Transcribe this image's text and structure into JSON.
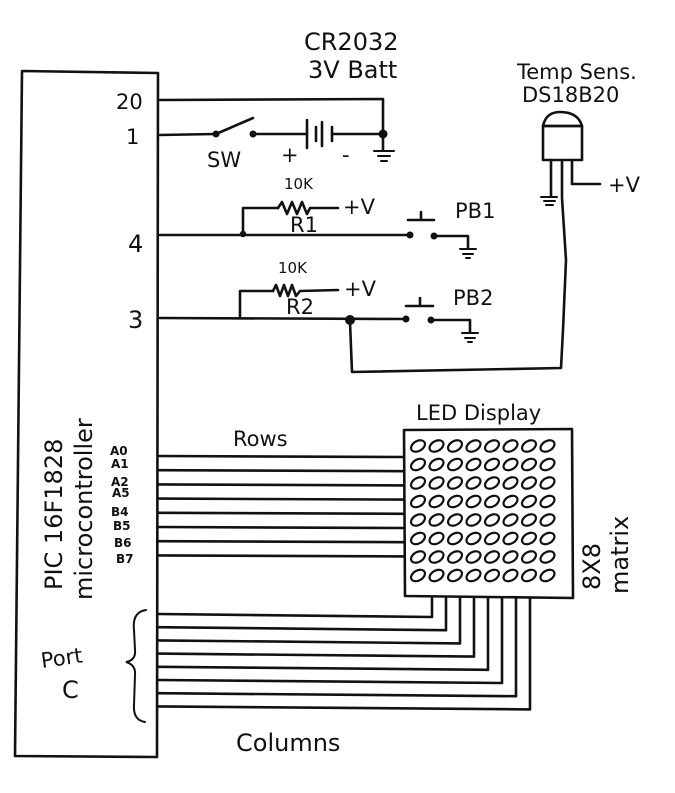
{
  "diagram": {
    "type": "circuit-schematic",
    "microcontroller": {
      "label_line1": "PIC 16F1828",
      "label_line2": "microcontroller",
      "pins": {
        "vss": "20",
        "vdd": "1",
        "pb1_pin": "4",
        "pb2_pin": "3"
      },
      "row_pins": [
        "A0",
        "A1",
        "A2",
        "A5",
        "B4",
        "B5",
        "B6",
        "B7"
      ],
      "port_c_label_line1": "Port",
      "port_c_label_line2": "C"
    },
    "battery": {
      "label_line1": "CR2032",
      "label_line2": "3V Batt",
      "plus": "+",
      "minus": "-"
    },
    "switch": {
      "label": "SW"
    },
    "temp_sensor": {
      "label_line1": "Temp Sens.",
      "label_line2": "DS18B20",
      "supply": "+V"
    },
    "resistors": [
      {
        "value": "10K",
        "name": "R1",
        "supply": "+V"
      },
      {
        "value": "10K",
        "name": "R2",
        "supply": "+V"
      }
    ],
    "pushbuttons": [
      {
        "label": "PB1"
      },
      {
        "label": "PB2"
      }
    ],
    "led_display": {
      "title": "LED Display",
      "size_line1": "8X8",
      "size_line2": "matrix",
      "rows": 8,
      "cols": 8
    },
    "bus_labels": {
      "rows": "Rows",
      "columns": "Columns"
    }
  }
}
